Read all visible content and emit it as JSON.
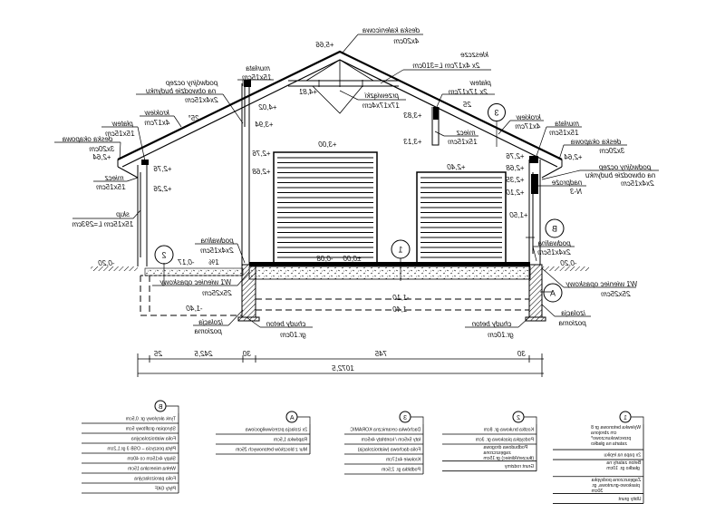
{
  "labels": {
    "ridge_board": "deska kalenicowa",
    "ridge_board_size": "4x20cm",
    "collar": "kleszcze",
    "collar_size": "2x 4x17cm L=310cm",
    "ties": "przewiązki",
    "ties_size": "17x17x4cm",
    "wall_plate_l": "murłata",
    "wall_plate_l_size": "15x15cm",
    "double_top_l1": "podwójny oczep",
    "double_top_l2": "na obwodzie budynku",
    "double_top_l3": "2x4x15cm",
    "rafter_l": "krokiew",
    "rafter_l_size": "4x17cm",
    "pitch_l": "25°",
    "pitch_r": "25",
    "purlin_l": "płatew",
    "purlin_l_size": "15x15cm",
    "fascia_l": "deska okapowa",
    "fascia_l_size": "3x20cm",
    "brace_l": "miecz",
    "brace_l_size": "15x15cm",
    "post": "słup",
    "post_size": "15x15cm L=293cm",
    "sill_l": "podwalina",
    "sill_l_size": "2x4x15cm",
    "ring_l": "W1 wieniec opaskowy",
    "ring_l_size": "25x25cm",
    "insul_l1": "izolacja",
    "insul_l2": "pozioma",
    "lean_l1": "chudy beton",
    "lean_l2": "gr.10cm",
    "slope": "1%",
    "purlin_r": "płatew",
    "purlin_r_size": "2x 17x17cm",
    "brace_r": "miecz",
    "brace_r_size": "15x15cm",
    "rafter_r": "krokiew",
    "rafter_r_size": "4x17cm",
    "wall_plate_r": "murłata",
    "wall_plate_r_size": "15x15cm",
    "fascia_r": "deska okapowa",
    "fascia_r_size": "3x20cm",
    "lintel": "nadproże",
    "lintel_size": "N-3",
    "double_top_r1": "podwójny oczep",
    "double_top_r2": "na obwodzie budynku",
    "double_top_r3": "2x4x15cm",
    "sill_r": "podwalina",
    "sill_r_size": "2x4x15cm",
    "ring_r": "W1 wieniec opaskowy",
    "ring_r_size": "25x25cm",
    "insul_r1": "izolacja",
    "insul_r2": "pozioma",
    "lean_r1": "chudy beton",
    "lean_r2": "gr.10cm"
  },
  "levels": {
    "l566": "+5,66",
    "l481": "+4,81",
    "l402": "+4,02",
    "l394": "+3,94",
    "l300": "+3,00",
    "l276a": "+2,76",
    "l268a": "+2,68",
    "l264a": "+2,64",
    "l276b": "+2,76",
    "l226": "+2,26",
    "l383": "+3,83",
    "l313": "+3,13",
    "l240": "+2,40",
    "l276c": "+2,76",
    "l268b": "+2,68",
    "l235": "+2,35",
    "l210": "+2,10",
    "l150": "+1,50",
    "l264b": "+2,64",
    "l000": "±0,00",
    "l008": "-0,08",
    "l017": "-0,17",
    "l020a": "-0,20",
    "l020b": "-0,20",
    "l110": "-1,10",
    "l140a": "-1,40",
    "l140b": "-1,40"
  },
  "markers": {
    "m1": "1",
    "m2": "2",
    "m3": "3",
    "mA": "A",
    "mB": "B"
  },
  "dimensions": {
    "d25": "25",
    "d2425": "242,5",
    "d30a": "30",
    "d745": "745",
    "d30b": "30",
    "total": "1072,5"
  },
  "legends": [
    {
      "marker": "B",
      "rows": [
        "Tynk akrylowy gr. 0,5cm",
        "Styropian grafitowy 5cm",
        "Folia wiatroizolacyjna",
        "Płyta poszycia – OSB 3 gr.1,2cm",
        "Słupy 4x15cm co 40cm",
        "Wełna mineralna 15cm",
        "Folia paroizolacyjna",
        "Płyty GKF"
      ]
    },
    {
      "marker": "A",
      "rows": [
        "2x izolacja przeciwwilgociowa",
        "Rapówka 1,5cm",
        "Mur z bloczków betonowych 25cm"
      ]
    },
    {
      "marker": "3",
      "rows": [
        "Dachówka ceramiczna KORAMIC",
        "łaty 5x5cm / kontrłaty 4x5cm",
        "Folia dachowa (wiatroizolacja)",
        "Krokwie 4x17cm",
        "Podbitka gr. 2,5cm"
      ]
    },
    {
      "marker": "2",
      "rows": [
        "Kostka brukowa gr. 8cm",
        "Podsypka piaskowa gr. 3cm",
        "Podbudowa drogowa zagęszczona (tłuczeń/kliniec) gr.15cm",
        "Grunt rodzimy"
      ]
    },
    {
      "marker": "1",
      "rows": [
        "Wylewka betonowa gr 8 cm zbrojona przeciwskurczowo* zatarta na gładko",
        "2x papa na lepiku",
        "Beton zatarty na gładko gr. 10cm",
        "Zagęszczona podsypka piaskowo-gruntowa, gr. 30cm",
        "Ubity grunt"
      ]
    }
  ]
}
